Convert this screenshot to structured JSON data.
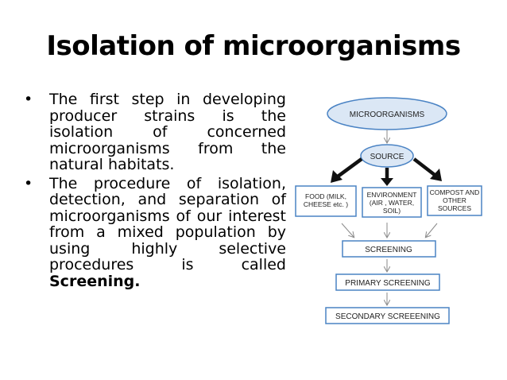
{
  "slide": {
    "title": "Isolation of microorganisms",
    "bullets": [
      {
        "text": "The first step in developing producer strains is the isolation of concerned microorganisms from the natural habitats.",
        "emphasis": ""
      },
      {
        "text": "The procedure of isolation, detection, and separation of microorganisms of our interest from a mixed population by using highly selective procedures is called ",
        "emphasis": "Screening."
      }
    ]
  },
  "diagram": {
    "root": "MICROORGANISMS",
    "source": "SOURCE",
    "sources": [
      [
        "FOOD (MILK,",
        "CHEESE etc. )"
      ],
      [
        "ENVIRONMENT",
        "(AIR , WATER,",
        "SOIL)"
      ],
      [
        "COMPOST AND",
        "OTHER",
        "SOURCES"
      ]
    ],
    "screening": "SCREENING",
    "primary": "PRIMARY SCREENING",
    "secondary": "SECONDARY SCREEENING"
  },
  "colors": {
    "box_border": "#4a83c4",
    "box_fill": "#ffffff",
    "ellipse_fill": "#dbe7f5",
    "arrow": "#111111",
    "thin_arrow": "#8a8a8a"
  }
}
